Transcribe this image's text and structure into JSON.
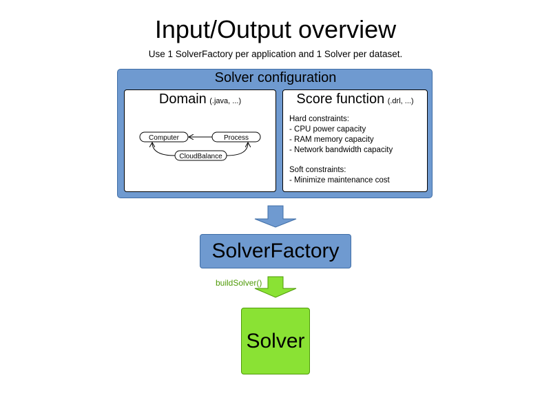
{
  "title": "Input/Output overview",
  "subtitle": "Use 1 SolverFactory per application and 1 Solver per dataset.",
  "config": {
    "label": "Solver configuration",
    "domain": {
      "title": "Domain",
      "subtitle": "(.java, ...)",
      "nodes": {
        "computer": "Computer",
        "process": "Process",
        "cloudbalance": "CloudBalance"
      }
    },
    "score": {
      "title": "Score function",
      "subtitle": "(.drl, ...)",
      "lines": [
        "Hard constraints:",
        "- CPU power capacity",
        "- RAM memory capacity",
        "- Network bandwidth capacity",
        "Soft constraints:",
        "- Minimize maintenance cost"
      ]
    }
  },
  "factory": {
    "label": "SolverFactory",
    "build_label": "buildSolver()"
  },
  "solver": {
    "label": "Solver"
  },
  "colors": {
    "blue_fill": "#6f9ad0",
    "blue_border": "#3f6da6",
    "green_fill": "#8ae234",
    "green_border": "#4e9a06",
    "green_text": "#4e9a06"
  }
}
